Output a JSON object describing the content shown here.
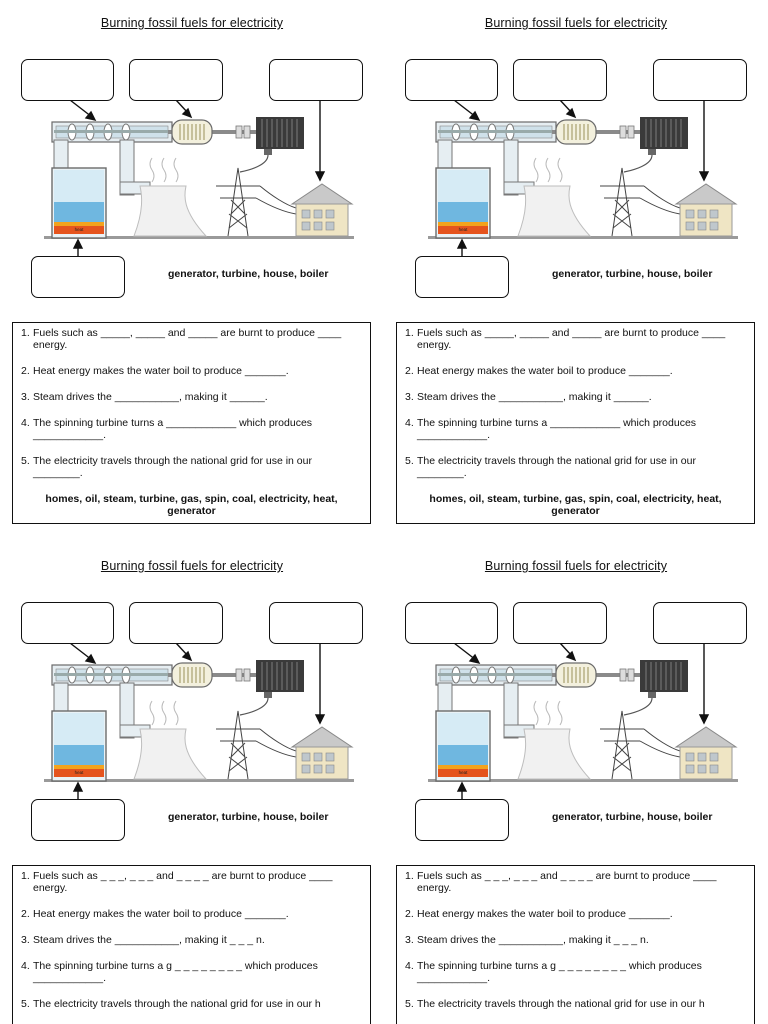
{
  "sheets": [
    {
      "title": "Burning fossil fuels for electricity",
      "word_bank": "generator, turbine, house, boiler",
      "heat_label": "heat",
      "questions": [
        {
          "num": "1.",
          "text": "Fuels such as _____, _____ and _____ are burnt to produce ____ energy."
        },
        {
          "num": "2.",
          "text": "Heat energy makes the water boil to produce _______."
        },
        {
          "num": "3.",
          "text": "Steam drives the ___________, making it ______."
        },
        {
          "num": "4.",
          "text": "The spinning turbine turns a ____________ which produces ____________."
        },
        {
          "num": "5.",
          "text": "The electricity travels through the national grid for use in our ________."
        }
      ],
      "answer_bank": "homes, oil, steam, turbine, gas, spin, coal, electricity, heat, generator"
    },
    {
      "title": "Burning fossil fuels for electricity",
      "word_bank": "generator, turbine, house, boiler",
      "heat_label": "heat",
      "questions": [
        {
          "num": "1.",
          "text": "Fuels such as _____, _____ and _____ are burnt to produce ____ energy."
        },
        {
          "num": "2.",
          "text": "Heat energy makes the water boil to produce _______."
        },
        {
          "num": "3.",
          "text": "Steam drives the ___________, making it ______."
        },
        {
          "num": "4.",
          "text": "The spinning turbine turns a ____________ which produces ____________."
        },
        {
          "num": "5.",
          "text": "The electricity travels through the national grid for use in our ________."
        }
      ],
      "answer_bank": "homes, oil, steam, turbine, gas, spin, coal, electricity, heat, generator"
    },
    {
      "title": "Burning fossil fuels for electricity",
      "word_bank": "generator, turbine, house, boiler",
      "heat_label": "heat",
      "questions": [
        {
          "num": "1.",
          "text": "Fuels such as _ _ _, _ _ _ and _ _ _ _ are burnt to produce ____ energy."
        },
        {
          "num": "2.",
          "text": "Heat energy makes the water boil to produce _______."
        },
        {
          "num": "3.",
          "text": "Steam drives the ___________, making it _ _ _ n."
        },
        {
          "num": "4.",
          "text": "The spinning turbine turns a g _ _ _ _ _ _ _ _ which produces ____________."
        },
        {
          "num": "5.",
          "text": "The electricity travels through the national grid for use in our h"
        }
      ],
      "answer_bank": ""
    },
    {
      "title": "Burning fossil fuels for electricity",
      "word_bank": "generator, turbine, house, boiler",
      "heat_label": "heat",
      "questions": [
        {
          "num": "1.",
          "text": "Fuels such as _ _ _, _ _ _ and _ _ _ _ are burnt to produce ____ energy."
        },
        {
          "num": "2.",
          "text": "Heat energy makes the water boil to produce _______."
        },
        {
          "num": "3.",
          "text": "Steam drives the ___________, making it _ _ _ n."
        },
        {
          "num": "4.",
          "text": "The spinning turbine turns a g _ _ _ _ _ _ _ _ which produces ____________."
        },
        {
          "num": "5.",
          "text": "The electricity travels through the national grid for use in our h"
        }
      ],
      "answer_bank": ""
    }
  ]
}
